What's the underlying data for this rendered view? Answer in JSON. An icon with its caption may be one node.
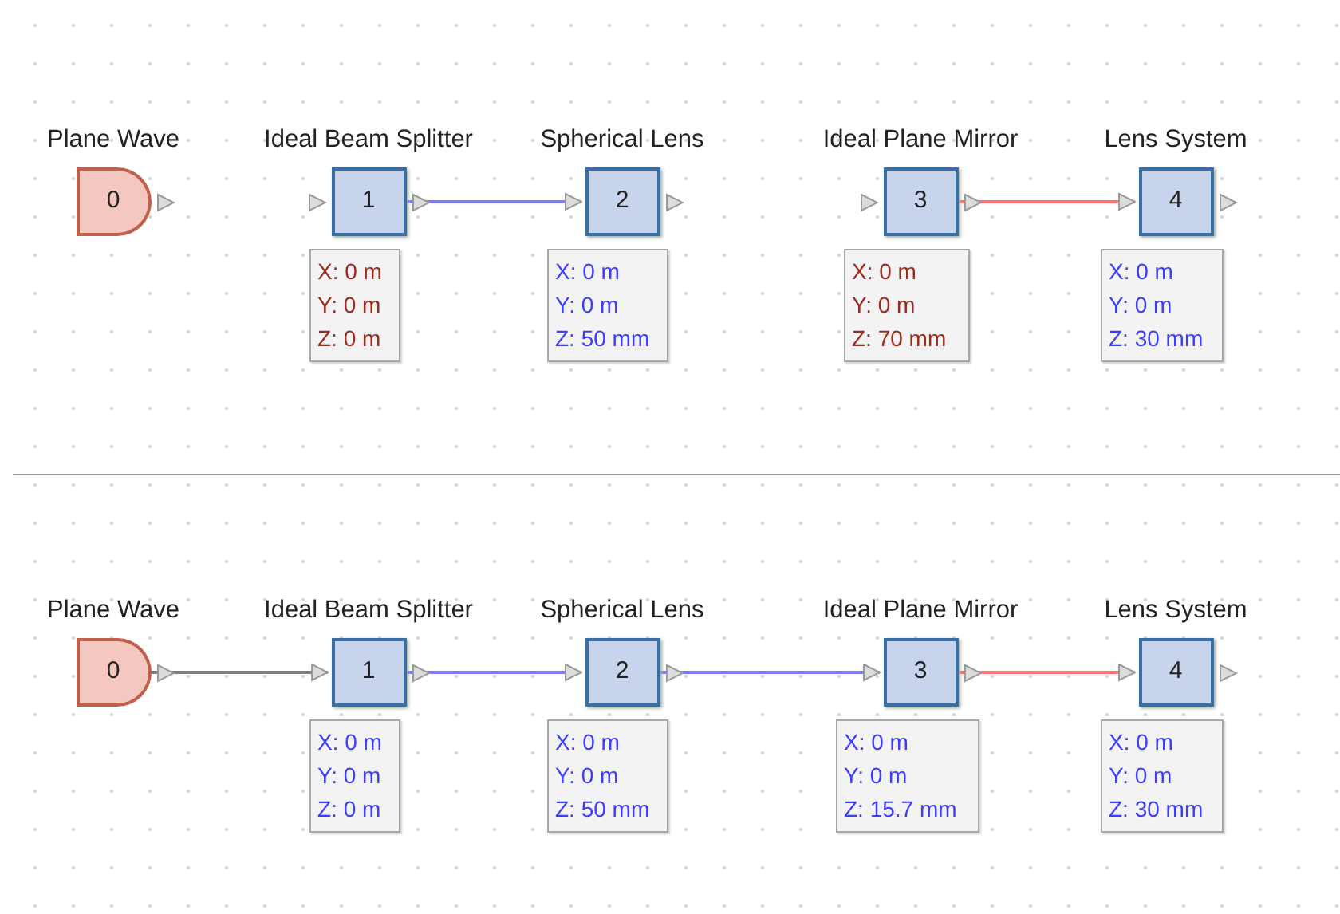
{
  "diagram": {
    "nodes": [
      {
        "text": [
          "Plane Wave",
          "0"
        ]
      },
      {
        "text": [
          "Ideal Beam Splitter",
          "1"
        ]
      },
      {
        "text": [
          "Spherical Lens",
          "2"
        ]
      },
      {
        "text": [
          "Ideal Plane Mirror",
          "3"
        ]
      },
      {
        "text": [
          "Lens System",
          "4"
        ]
      },
      {
        "text": [
          "X: 0 m",
          "Y: 0 m",
          "Z: 0 m"
        ]
      },
      {
        "text": [
          "X: 0 m",
          "Y: 0 m",
          "Z: 50 mm"
        ]
      },
      {
        "text": [
          "X: 0 m",
          "Y: 0 m",
          "Z: 70 mm"
        ]
      },
      {
        "text": [
          "X: 0 m",
          "Y: 0 m",
          "Z: 30 mm"
        ]
      },
      {
        "text": [
          "Plane Wave",
          "0"
        ]
      },
      {
        "text": [
          "Ideal Beam Splitter",
          "1"
        ]
      },
      {
        "text": [
          "Spherical Lens",
          "2"
        ]
      },
      {
        "text": [
          "Ideal Plane Mirror",
          "3"
        ]
      },
      {
        "text": [
          "Lens System",
          "4"
        ]
      },
      {
        "text": [
          "X: 0 m",
          "Y: 0 m",
          "Z: 0 m"
        ]
      },
      {
        "text": [
          "X: 0 m",
          "Y: 0 m",
          "Z: 50 mm"
        ]
      },
      {
        "text": [
          "X: 0 m",
          "Y: 0 m",
          "Z: 15.7 mm"
        ]
      },
      {
        "text": [
          "X: 0 m",
          "Y: 0 m",
          "Z: 30 mm"
        ]
      }
    ],
    "edges": [
      {
        "from": 1,
        "to": 2,
        "arrow": "to"
      },
      {
        "from": 3,
        "to": 4,
        "arrow": "to",
        "color": "#ff7070"
      },
      {
        "from": 9,
        "to": 10,
        "arrow": "to",
        "color": "#808080"
      },
      {
        "from": 10,
        "to": 11,
        "arrow": "to"
      },
      {
        "from": 11,
        "to": 12,
        "arrow": "to"
      },
      {
        "from": 12,
        "to": 13,
        "arrow": "to",
        "color": "#ff7070"
      }
    ]
  }
}
